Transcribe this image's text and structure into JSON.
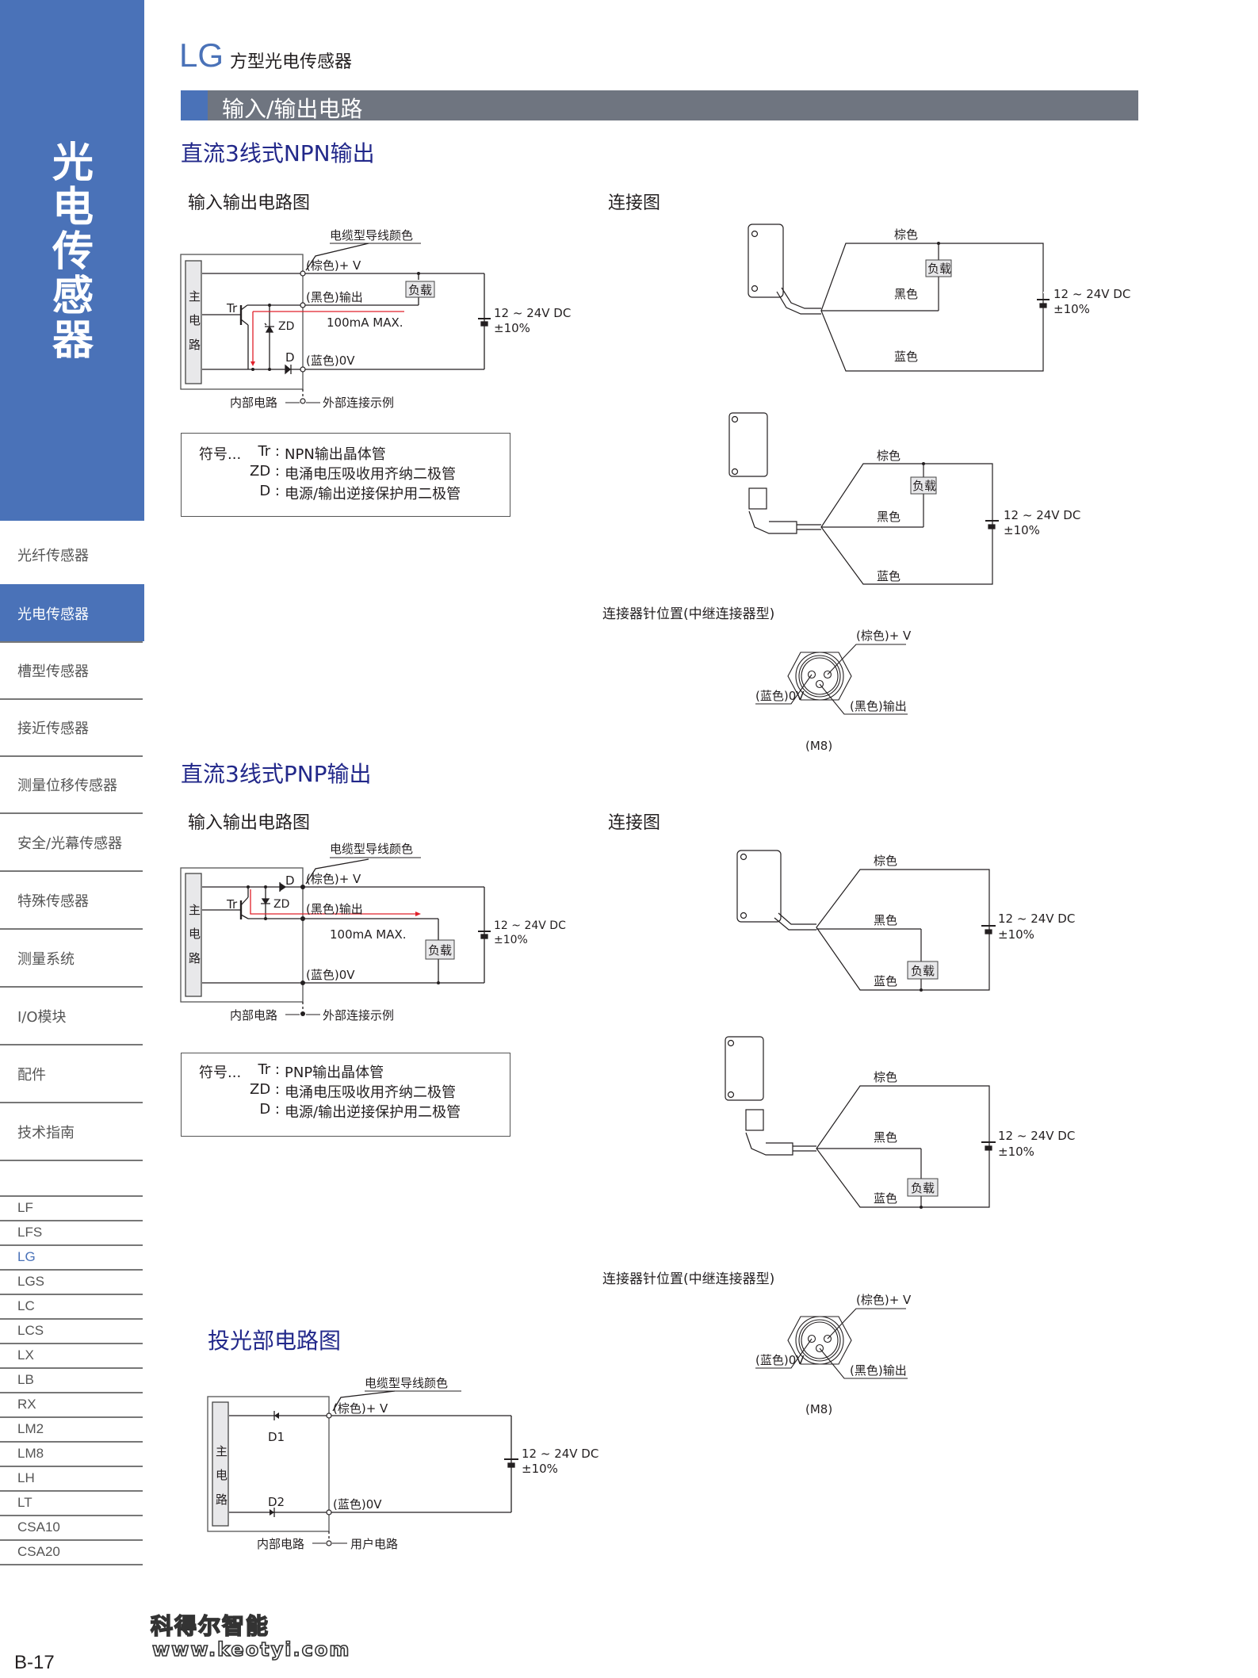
{
  "sidebar": {
    "title": "光电传感器",
    "categories": [
      {
        "label": "光纤传感器",
        "active": false
      },
      {
        "label": "光电传感器",
        "active": true
      },
      {
        "label": "槽型传感器",
        "active": false
      },
      {
        "label": "接近传感器",
        "active": false
      },
      {
        "label": "测量位移传感器",
        "active": false
      },
      {
        "label": "安全/光幕传感器",
        "active": false
      },
      {
        "label": "特殊传感器",
        "active": false
      },
      {
        "label": "测量系统",
        "active": false
      },
      {
        "label": "I/O模块",
        "active": false
      },
      {
        "label": "配件",
        "active": false
      },
      {
        "label": "技术指南",
        "active": false
      }
    ],
    "models": [
      {
        "label": "LF",
        "active": false
      },
      {
        "label": "LFS",
        "active": false
      },
      {
        "label": "LG",
        "active": true
      },
      {
        "label": "LGS",
        "active": false
      },
      {
        "label": "LC",
        "active": false
      },
      {
        "label": "LCS",
        "active": false
      },
      {
        "label": "LX",
        "active": false
      },
      {
        "label": "LB",
        "active": false
      },
      {
        "label": "RX",
        "active": false
      },
      {
        "label": "LM2",
        "active": false
      },
      {
        "label": "LM8",
        "active": false
      },
      {
        "label": "LH",
        "active": false
      },
      {
        "label": "LT",
        "active": false
      },
      {
        "label": "CSA10",
        "active": false
      },
      {
        "label": "CSA20",
        "active": false
      }
    ],
    "page_number": "B-17"
  },
  "header": {
    "brand": "LG",
    "product": "方型光电传感器",
    "section_bar": "输入/输出电路"
  },
  "colors": {
    "accent": "#4a72b8",
    "bar_gray": "#6f7580",
    "heading_navy": "#22288a",
    "current_path": "#e0202a"
  },
  "common": {
    "io_diagram_title": "输入输出电路图",
    "connection_title": "连接图",
    "cable_color_note": "电缆型导线颜色",
    "main_circuit": [
      "主",
      "电",
      "路"
    ],
    "brown_plus_v": "(棕色)+ V",
    "black_output": "(黑色)输出",
    "blue_0v": "(蓝色)0V",
    "max_current": "100mA MAX.",
    "load": "负载",
    "supply_voltage": "12 ~ 24V DC",
    "supply_tolerance": "±10%",
    "internal_circuit": "内部电路",
    "external_example": "外部连接示例",
    "user_circuit": "用户电路",
    "wire_brown": "棕色",
    "wire_black": "黑色",
    "wire_blue": "蓝色",
    "tr": "Tr",
    "zd": "ZD",
    "d": "D",
    "d1": "D1",
    "d2": "D2",
    "connector_pin_title": "连接器针位置(中继连接器型)",
    "connector_size": "(M8)"
  },
  "npn": {
    "title": "直流3线式NPN输出",
    "legend": {
      "prefix": "符号...",
      "rows": [
        {
          "sym": "Tr :",
          "desc": "NPN输出晶体管"
        },
        {
          "sym": "ZD :",
          "desc": "电涌电压吸收用齐纳二极管"
        },
        {
          "sym": "D :",
          "desc": "电源/输出逆接保护用二极管"
        }
      ]
    }
  },
  "pnp": {
    "title": "直流3线式PNP输出",
    "legend": {
      "prefix": "符号...",
      "rows": [
        {
          "sym": "Tr :",
          "desc": "PNP输出晶体管"
        },
        {
          "sym": "ZD :",
          "desc": "电涌电压吸收用齐纳二极管"
        },
        {
          "sym": "D :",
          "desc": "电源/输出逆接保护用二极管"
        }
      ]
    }
  },
  "emitter": {
    "title": "投光部电路图"
  },
  "watermark": {
    "name": "科得尔智能",
    "url": "www.keotyi.com"
  }
}
